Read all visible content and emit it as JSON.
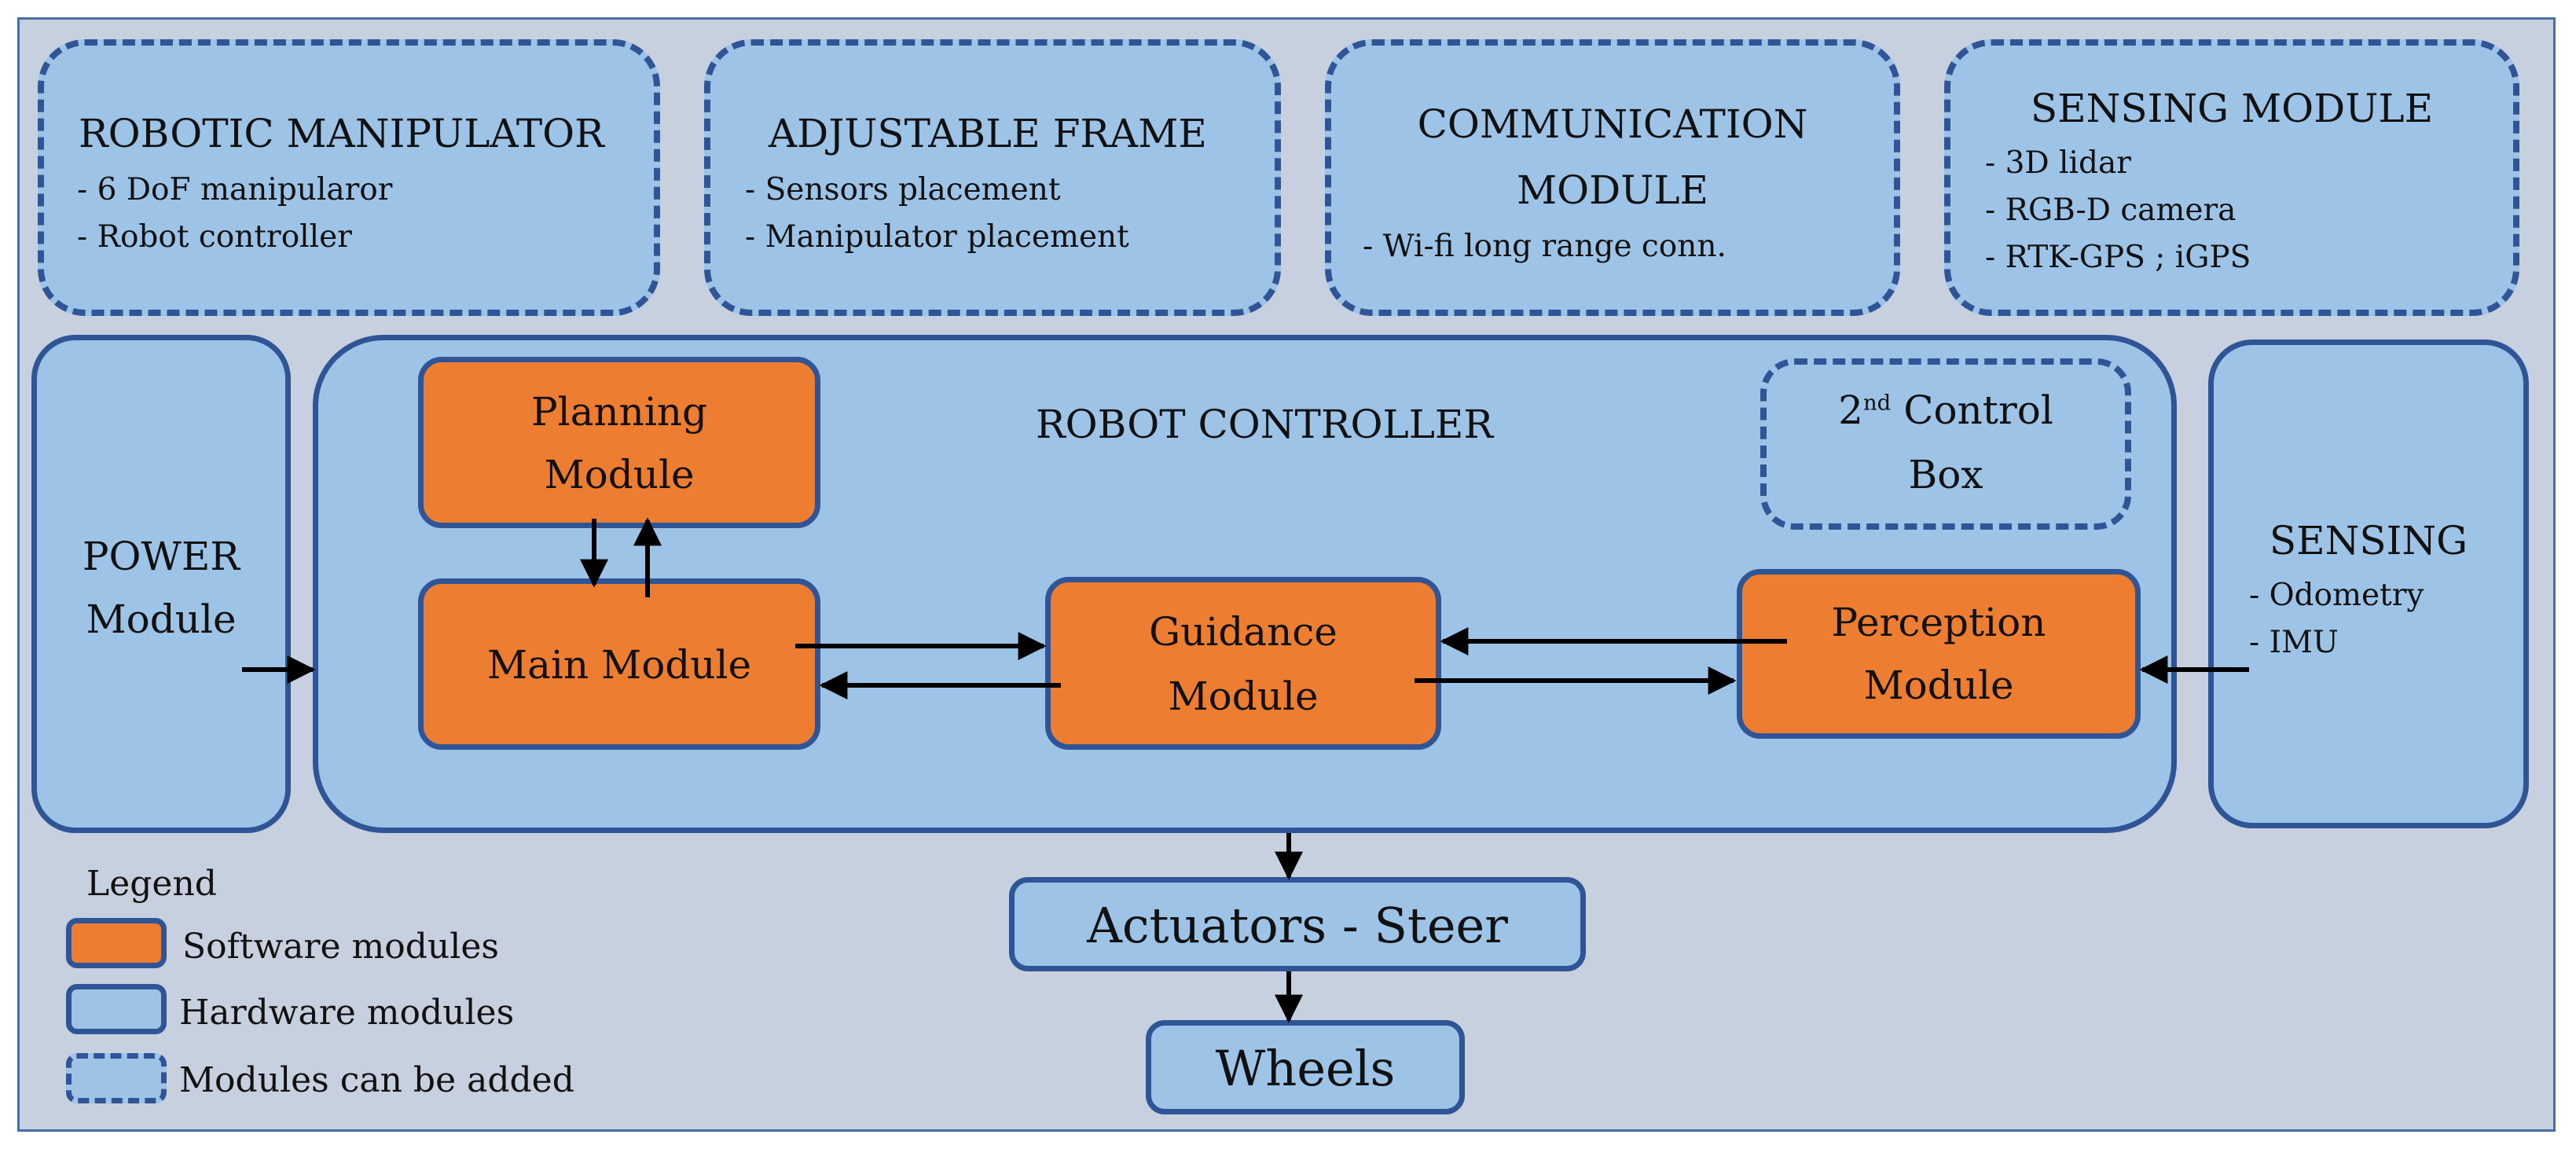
{
  "optional_modules": {
    "manipulator": {
      "title": "ROBOTIC MANIPULATOR",
      "items": [
        "- 6 DoF manipularor",
        "- Robot controller"
      ]
    },
    "frame": {
      "title": "ADJUSTABLE FRAME",
      "items": [
        "- Sensors placement",
        "- Manipulator placement"
      ]
    },
    "communication": {
      "title_line1": "COMMUNICATION",
      "title_line2": "MODULE",
      "items": [
        "- Wi-fi long range conn."
      ]
    },
    "sensing": {
      "title": "SENSING MODULE",
      "items": [
        "- 3D lidar",
        "- RGB-D camera",
        "- RTK-GPS ; iGPS"
      ]
    }
  },
  "power": {
    "line1": "POWER",
    "line2": "Module"
  },
  "controller": {
    "title": "ROBOT CONTROLLER",
    "planning": {
      "line1": "Planning",
      "line2": "Module"
    },
    "main": {
      "label": "Main Module"
    },
    "guidance": {
      "line1": "Guidance",
      "line2": "Module"
    },
    "perception": {
      "line1": "Perception",
      "line2": "Module"
    },
    "control_box": {
      "prefix": "2",
      "sup": "nd",
      "line1_rest": " Control",
      "line2": "Box"
    }
  },
  "sensing_hw": {
    "title": "SENSING",
    "items": [
      "- Odometry",
      "- IMU"
    ]
  },
  "actuators": {
    "label": "Actuators - Steer"
  },
  "wheels": {
    "label": "Wheels"
  },
  "legend": {
    "title": "Legend",
    "software": "Software modules",
    "hardware": "Hardware modules",
    "optional": "Modules can be added"
  },
  "colors": {
    "hardware_fill": "#9dc3e6",
    "software_fill": "#ed7d31",
    "border": "#2f5597",
    "background": "#c6d0de"
  }
}
